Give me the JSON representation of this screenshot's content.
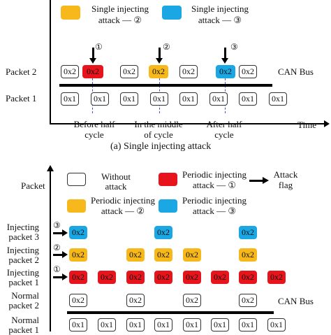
{
  "colors": {
    "without": "#ffffff",
    "periodic_red": "#e8141c",
    "yellow": "#f7b81b",
    "blue": "#1aa7e3",
    "dash": "#3b52d8"
  },
  "top": {
    "legend": {
      "yellow_line1": "Single injecting",
      "yellow_line2": "attack — ②",
      "blue_line1": "Single injecting",
      "blue_line2": "attack — ③"
    },
    "packet2_label": "Packet 2",
    "packet1_label": "Packet 1",
    "bus_label": "CAN Bus",
    "time_label": "Time",
    "markers": [
      "①",
      "②",
      "③"
    ],
    "packet2_boxes": [
      "0x2",
      "0x2",
      "0x2",
      "0x2",
      "0x2",
      "0x2",
      "0x2"
    ],
    "packet1_boxes": [
      "0x1",
      "0x1",
      "0x1",
      "0x1",
      "0x1",
      "0x1",
      "0x1",
      "0x1"
    ],
    "phase_labels": {
      "before_l1": "Before half",
      "before_l2": "cycle",
      "middle_l1": "In the middle",
      "middle_l2": "of cycle",
      "after_l1": "After half",
      "after_l2": "cycle"
    },
    "caption": "(a) Single injecting attack"
  },
  "bottom": {
    "y_axis_label": "Packet",
    "legend": {
      "without_l1": "Without",
      "without_l2": "attack",
      "periodic1_l1": "Periodic injecting",
      "periodic1_l2": "attack — ①",
      "flag_l1": "Attack",
      "flag_l2": "flag",
      "periodic2_l1": "Periodic injecting",
      "periodic2_l2": "attack — ②",
      "periodic3_l1": "Periodic injecting",
      "periodic3_l2": "attack — ③"
    },
    "rows": {
      "inj3_l1": "Injecting",
      "inj3_l2": "packet 3",
      "inj2_l1": "Injecting",
      "inj2_l2": "packet 2",
      "inj1_l1": "Injecting",
      "inj1_l2": "packet 1",
      "norm2_l1": "Normal",
      "norm2_l2": "packet 2",
      "norm1_l1": "Normal",
      "norm1_l2": "packet 1"
    },
    "markers": [
      "③",
      "②",
      "①"
    ],
    "bus_label": "CAN Bus",
    "inj3_boxes": [
      "0x2",
      "0x2",
      "0x2"
    ],
    "inj2_boxes": [
      "0x2",
      "0x2",
      "0x2",
      "0x2",
      "0x2"
    ],
    "inj1_boxes": [
      "0x2",
      "0x2",
      "0x2",
      "0x2",
      "0x2",
      "0x2",
      "0x2",
      "0x2"
    ],
    "norm2_boxes": [
      "0x2",
      "0x2",
      "0x2",
      "0x2"
    ],
    "norm1_boxes": [
      "0x1",
      "0x1",
      "0x1",
      "0x1",
      "0x1",
      "0x1",
      "0x1",
      "0x1"
    ]
  }
}
